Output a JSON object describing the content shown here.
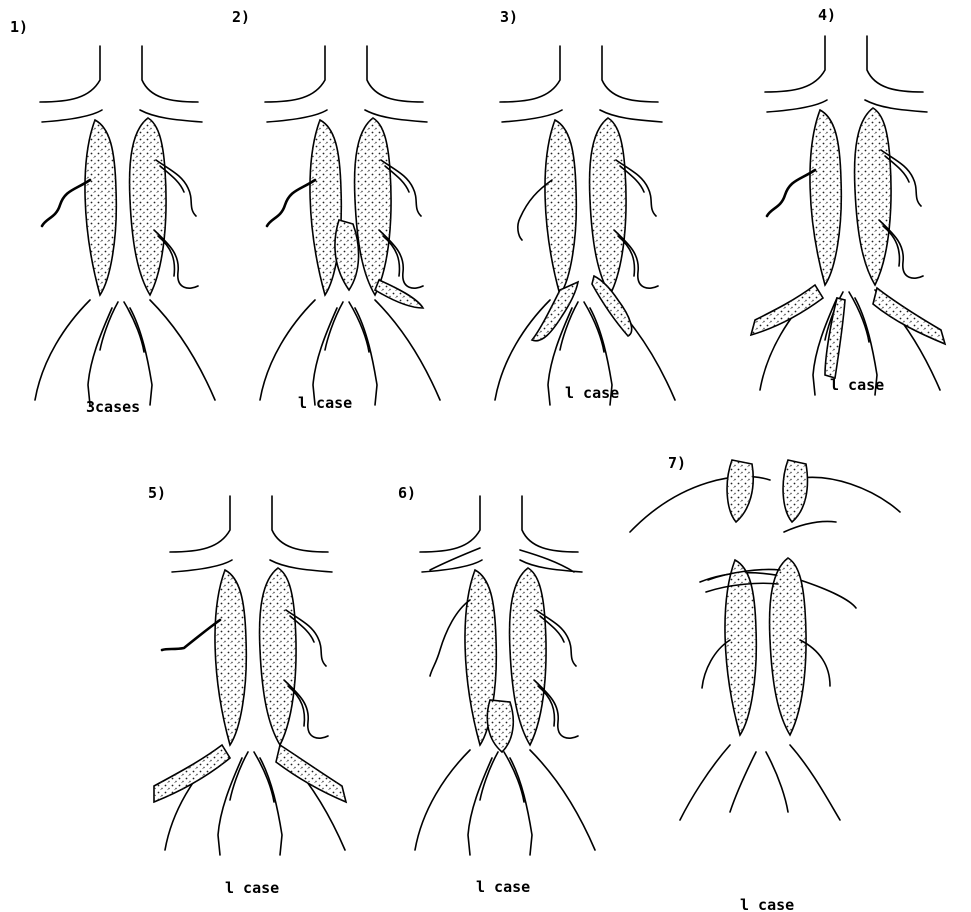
{
  "figure": {
    "panels": [
      {
        "label": "1)",
        "caption": "3cases"
      },
      {
        "label": "2)",
        "caption": "l case"
      },
      {
        "label": "3)",
        "caption": "l case"
      },
      {
        "label": "4)",
        "caption": "l case"
      },
      {
        "label": "5)",
        "caption": "l case"
      },
      {
        "label": "6)",
        "caption": "l case"
      },
      {
        "label": "7)",
        "caption": "l case"
      }
    ]
  }
}
